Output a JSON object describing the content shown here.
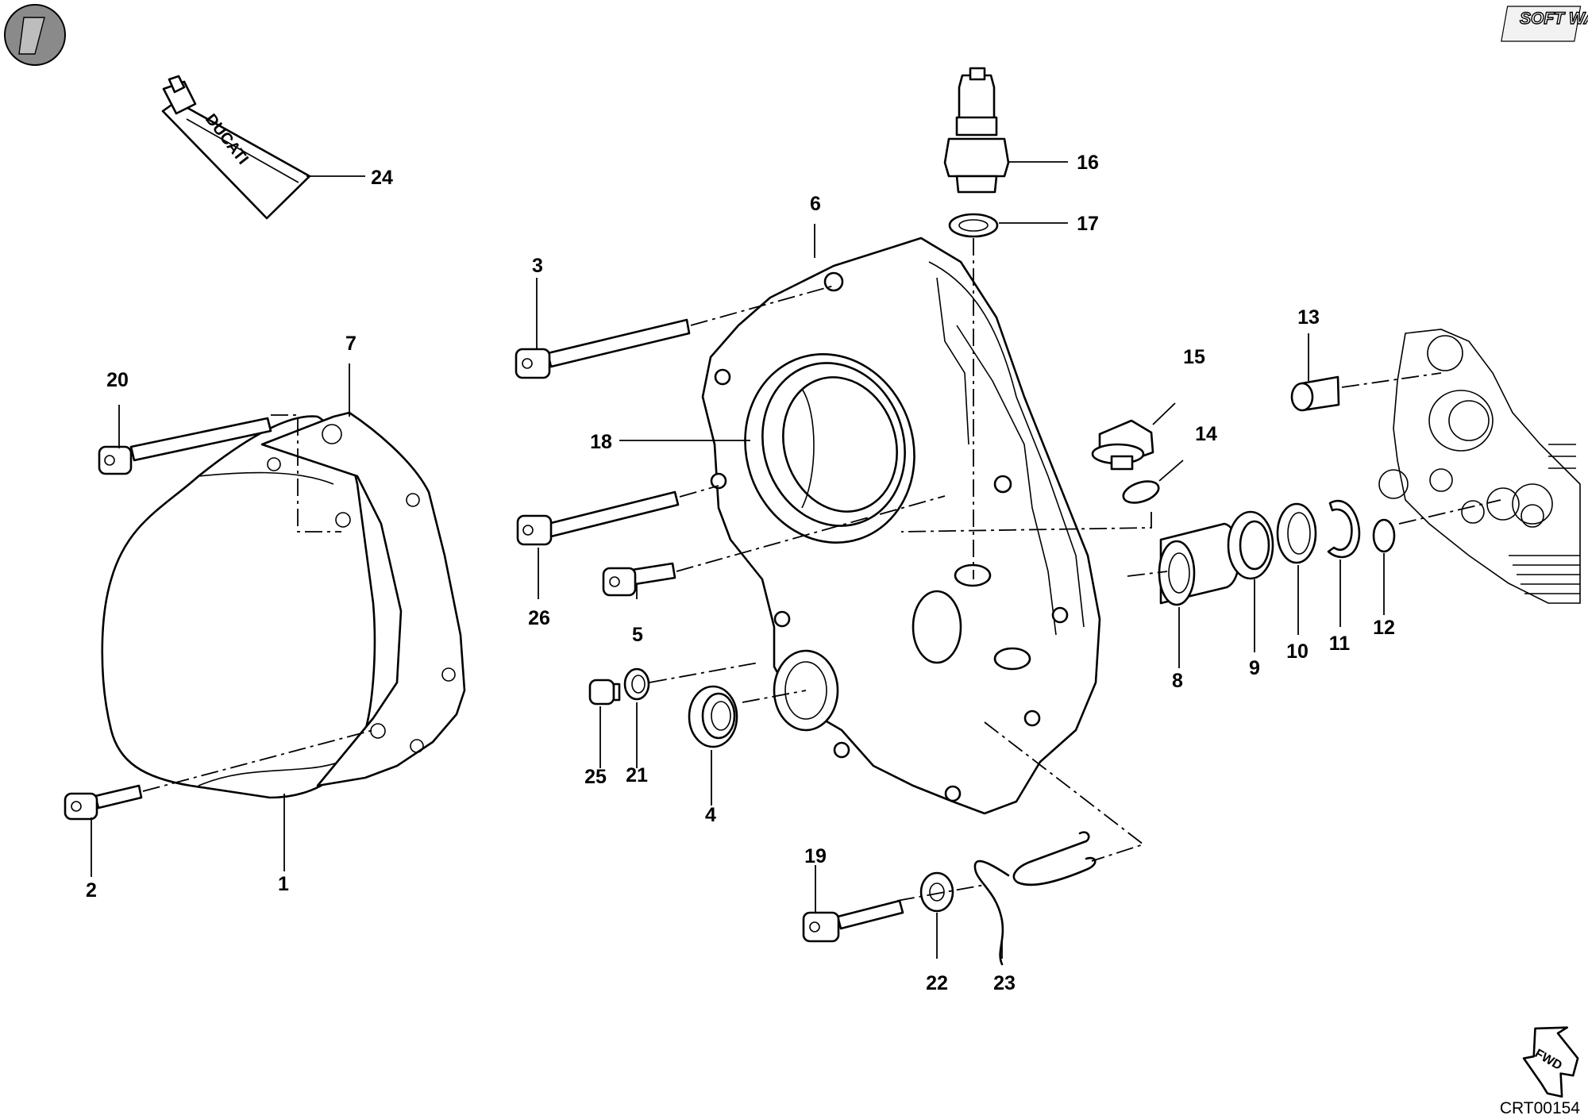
{
  "drawing": {
    "code": "CRT00154",
    "brand_mark": "SOFT WAY",
    "fwd_label": "FWD",
    "tube_label": "DUCATI"
  },
  "callouts": [
    {
      "id": "1",
      "label": "1"
    },
    {
      "id": "2",
      "label": "2"
    },
    {
      "id": "3",
      "label": "3"
    },
    {
      "id": "4",
      "label": "4"
    },
    {
      "id": "5",
      "label": "5"
    },
    {
      "id": "6",
      "label": "6"
    },
    {
      "id": "7",
      "label": "7"
    },
    {
      "id": "8",
      "label": "8"
    },
    {
      "id": "9",
      "label": "9"
    },
    {
      "id": "10",
      "label": "10"
    },
    {
      "id": "11",
      "label": "11"
    },
    {
      "id": "12",
      "label": "12"
    },
    {
      "id": "13",
      "label": "13"
    },
    {
      "id": "14",
      "label": "14"
    },
    {
      "id": "15",
      "label": "15"
    },
    {
      "id": "16",
      "label": "16"
    },
    {
      "id": "17",
      "label": "17"
    },
    {
      "id": "18",
      "label": "18"
    },
    {
      "id": "19",
      "label": "19"
    },
    {
      "id": "20",
      "label": "20"
    },
    {
      "id": "21",
      "label": "21"
    },
    {
      "id": "22",
      "label": "22"
    },
    {
      "id": "23",
      "label": "23"
    },
    {
      "id": "24",
      "label": "24"
    },
    {
      "id": "25",
      "label": "25"
    },
    {
      "id": "26",
      "label": "26"
    }
  ]
}
